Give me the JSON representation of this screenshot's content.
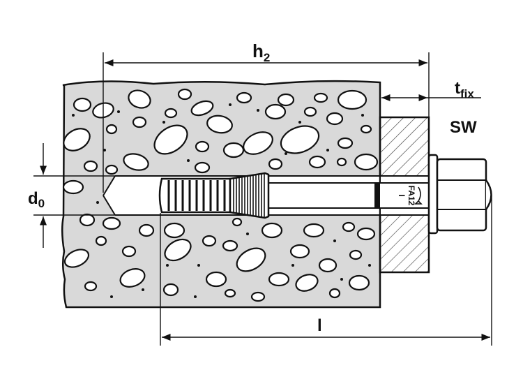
{
  "diagram": {
    "labels": {
      "h2_base": "h",
      "h2_sub": "2",
      "tfix_base": "t",
      "tfix_sub": "fix",
      "sw": "SW",
      "d0_base": "d",
      "d0_sub": "0",
      "l": "l"
    },
    "stamp": {
      "line1": "FA12",
      "line2": "I"
    },
    "colors": {
      "ink": "#111111",
      "concrete": "#d9d9d9",
      "fixture_hatch": "#555555",
      "background": "#ffffff"
    }
  }
}
